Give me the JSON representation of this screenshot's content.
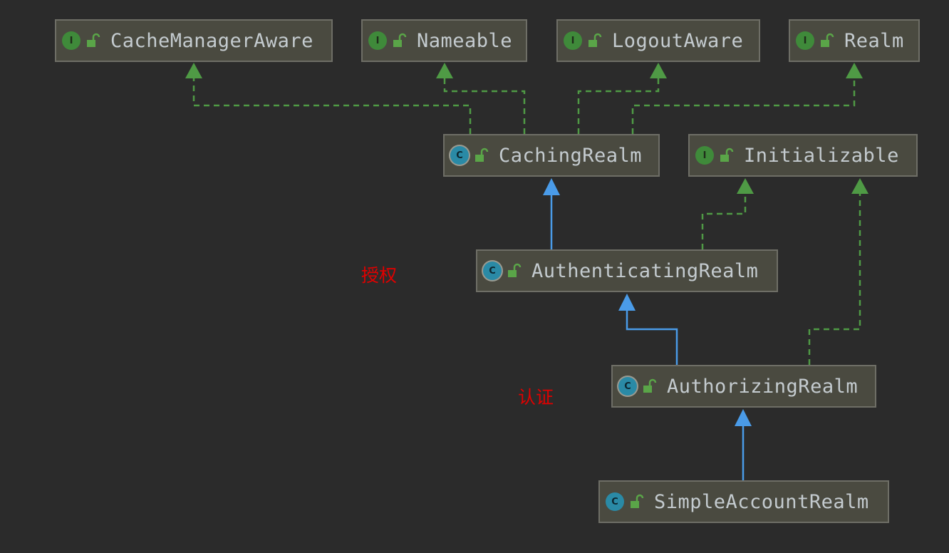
{
  "diagram": {
    "nodes": [
      {
        "id": "cache-manager-aware",
        "kind": "interface",
        "name": "CacheManagerAware"
      },
      {
        "id": "nameable",
        "kind": "interface",
        "name": "Nameable"
      },
      {
        "id": "logout-aware",
        "kind": "interface",
        "name": "LogoutAware"
      },
      {
        "id": "realm",
        "kind": "interface",
        "name": "Realm"
      },
      {
        "id": "caching-realm",
        "kind": "abstract-class",
        "name": "CachingRealm"
      },
      {
        "id": "initializable",
        "kind": "interface",
        "name": "Initializable"
      },
      {
        "id": "authenticating-realm",
        "kind": "abstract-class",
        "name": "AuthenticatingRealm"
      },
      {
        "id": "authorizing-realm",
        "kind": "abstract-class",
        "name": "AuthorizingRealm"
      },
      {
        "id": "simple-account-realm",
        "kind": "class",
        "name": "SimpleAccountRealm"
      }
    ],
    "edges": [
      {
        "from": "caching-realm",
        "to": "cache-manager-aware",
        "type": "implements"
      },
      {
        "from": "caching-realm",
        "to": "nameable",
        "type": "implements"
      },
      {
        "from": "caching-realm",
        "to": "logout-aware",
        "type": "implements"
      },
      {
        "from": "caching-realm",
        "to": "realm",
        "type": "implements"
      },
      {
        "from": "authenticating-realm",
        "to": "caching-realm",
        "type": "extends"
      },
      {
        "from": "authenticating-realm",
        "to": "initializable",
        "type": "implements"
      },
      {
        "from": "authorizing-realm",
        "to": "authenticating-realm",
        "type": "extends"
      },
      {
        "from": "authorizing-realm",
        "to": "initializable",
        "type": "implements"
      },
      {
        "from": "simple-account-realm",
        "to": "authorizing-realm",
        "type": "extends"
      }
    ],
    "badges": {
      "interface": "I",
      "class": "C"
    },
    "annotations": [
      {
        "id": "annotation-authorization",
        "text": "授权"
      },
      {
        "id": "annotation-authentication",
        "text": "认证"
      }
    ],
    "colors": {
      "background": "#2b2b2b",
      "node_fill": "#4a4a40",
      "node_border": "#6e6e66",
      "implements_line": "#4f9a45",
      "extends_line": "#4a9be8",
      "annotation_text": "#e00000",
      "interface_badge": "#3f8a3a",
      "class_badge": "#2a8aa6",
      "lock_icon": "#5aa548"
    }
  }
}
